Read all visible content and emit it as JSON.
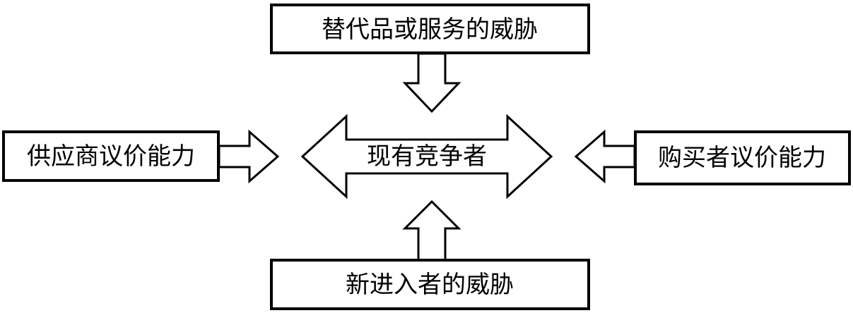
{
  "diagram": {
    "top": "替代品或服务的威胁",
    "left": "供应商议价能力",
    "center": "现有竞争者",
    "right": "购买者议价能力",
    "bottom": "新进入者的威胁"
  },
  "colors": {
    "stroke": "#000000",
    "fill": "#ffffff"
  }
}
